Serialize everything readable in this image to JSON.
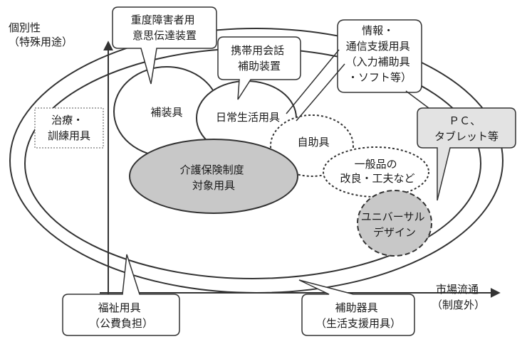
{
  "axes": {
    "y_label": [
      "個別性",
      "（特殊用途）"
    ],
    "x_label": [
      "市場流通",
      "（制度外）"
    ]
  },
  "regions": {
    "hojogu": [
      "補装具"
    ],
    "nichijo": [
      "日常生活用具"
    ],
    "kaigo": [
      "介護保険制度",
      "対象用具"
    ],
    "jijogu": [
      "自助具"
    ],
    "ippan": [
      "一般品の",
      "改良・工夫など"
    ],
    "universal": [
      "ユニバーサル",
      "デザイン"
    ],
    "chiryo": [
      "治療・",
      "訓練用具"
    ]
  },
  "callouts": {
    "jushogai": [
      "重度障害者用",
      "意思伝達装置"
    ],
    "keitai": [
      "携帯用会話",
      "補助装置"
    ],
    "joho": [
      "情報・",
      "通信支援用具",
      "（入力補助具",
      "・ソフト等）"
    ],
    "pc": [
      "ＰＣ、",
      "タブレット等"
    ],
    "fukushi": [
      "福祉用具",
      "（公費負担）"
    ],
    "hojokigu": [
      "補助器具",
      "（生活支援用具）"
    ]
  },
  "colors": {
    "line": "#333333",
    "fill_gray": "#c8c8c8",
    "fill_light": "#e3e3e3",
    "background": "#ffffff"
  }
}
